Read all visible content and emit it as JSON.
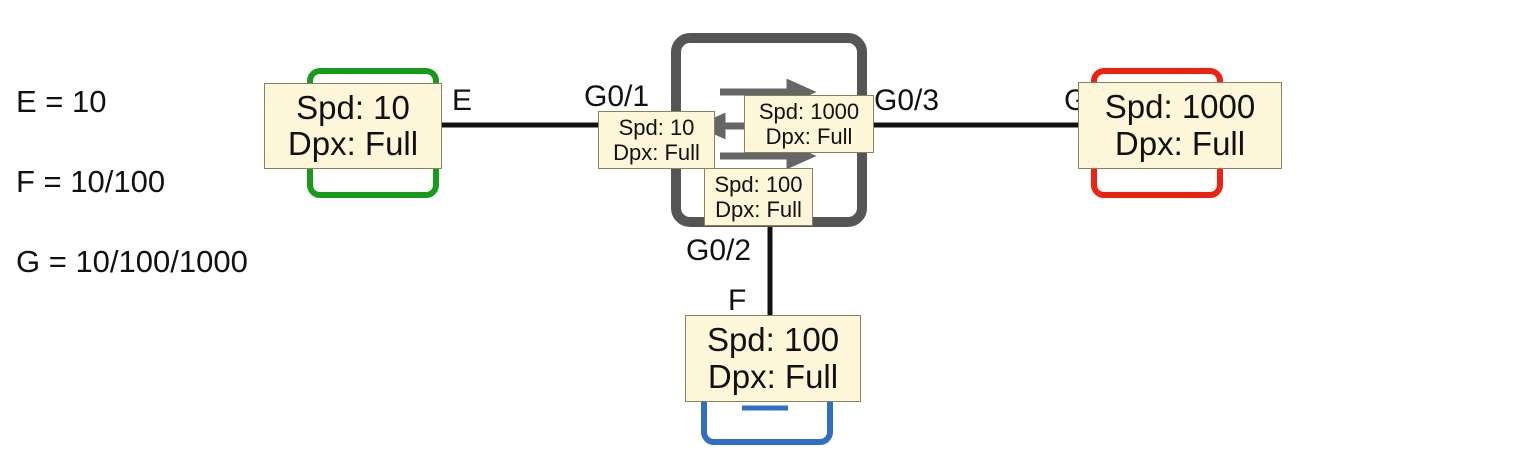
{
  "legend": [
    {
      "text": "E = 10"
    },
    {
      "text": "F = 10/100"
    },
    {
      "text": "G = 10/100/1000"
    }
  ],
  "colors": {
    "pc_left": "#1a9a1a",
    "pc_right": "#ee2211",
    "pc_bottom": "#2f6fc6",
    "switch": "#555555",
    "link": "#111111",
    "label_bg": "#fdf6d8"
  },
  "icons": {
    "switch": "switch-icon",
    "pc_left": "pc-icon",
    "pc_right": "pc-icon",
    "pc_bottom": "pc-icon"
  },
  "ports": {
    "pc_left_port": "E",
    "sw_g01": "G0/1",
    "sw_g03": "G0/3",
    "pc_right_port": "G",
    "sw_g02": "G0/2",
    "pc_bottom_port": "F"
  },
  "labels": {
    "pc_left": {
      "speed": "Spd: 10",
      "duplex": "Dpx: Full"
    },
    "sw_g01": {
      "speed": "Spd: 10",
      "duplex": "Dpx: Full"
    },
    "sw_g03": {
      "speed": "Spd: 1000",
      "duplex": "Dpx: Full"
    },
    "sw_g02": {
      "speed": "Spd: 100",
      "duplex": "Dpx: Full"
    },
    "pc_right": {
      "speed": "Spd: 1000",
      "duplex": "Dpx: Full"
    },
    "pc_bottom": {
      "speed": "Spd: 100",
      "duplex": "Dpx: Full"
    }
  }
}
